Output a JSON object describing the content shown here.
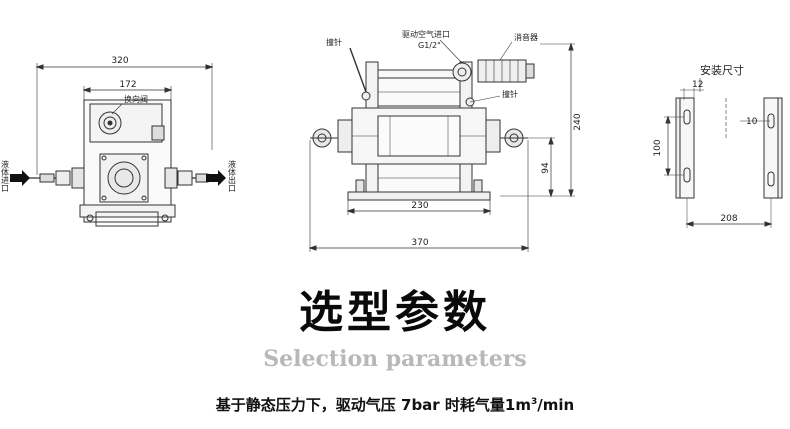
{
  "drawing": {
    "front_view": {
      "dim_width_total": "320",
      "dim_width_inner": "172",
      "label_reversing_valve": "换向阀",
      "label_liquid_inlet": "液体进口",
      "label_liquid_outlet": "液体出口"
    },
    "side_view": {
      "label_pin_top": "撞针",
      "label_drive_air_inlet": "驱动空气进口",
      "label_thread": "G1/2\"",
      "label_silencer": "消音器",
      "label_pin_right": "撞针",
      "dim_height_total": "240",
      "dim_height_center": "94",
      "dim_base_length": "230",
      "dim_total_length": "370"
    },
    "mount_view": {
      "title": "安装尺寸",
      "dim_12": "12",
      "dim_10": "10",
      "dim_100": "100",
      "dim_208": "208"
    }
  },
  "heading": {
    "title_cn": "选型参数",
    "title_en": "Selection parameters",
    "caption_text": "基于静态压力下，驱动气压 7bar 时耗气量1m",
    "caption_sup": "3",
    "caption_unit": "/min"
  }
}
